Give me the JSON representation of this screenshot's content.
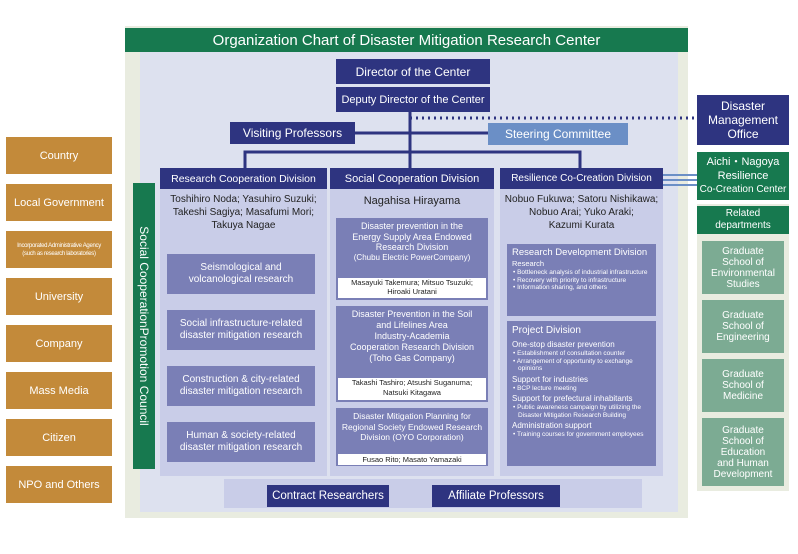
{
  "title": "Organization Chart of Disaster Mitigation Research Center",
  "director": "Director of the Center",
  "deputy_director": "Deputy Director of the Center",
  "visiting_professors": "Visiting Professors",
  "steering_committee": "Steering Committee",
  "council": "Social CooperationPromotion Council",
  "left_partners": [
    "Country",
    "Local Government",
    "Incorporated Administrative Agency",
    "(such as research laboratories)",
    "University",
    "Company",
    "Mass Media",
    "Citizen",
    "NPO and Others"
  ],
  "right": {
    "dmo_line1": "Disaster",
    "dmo_line2": "Management",
    "dmo_line3": "Office",
    "aichi_line1": "Aichi・Nagoya",
    "aichi_line2": "Resilience",
    "aichi_line3": "Co-Creation Center",
    "related_line1": "Related",
    "related_line2": "departments",
    "departments": [
      [
        "Graduate",
        "School of",
        "Environmental",
        "Studies"
      ],
      [
        "Graduate",
        "School of",
        "Engineering"
      ],
      [
        "Graduate",
        "School of",
        "Medicine"
      ],
      [
        "Graduate",
        "School of",
        "Education",
        "and Human",
        "Development"
      ]
    ]
  },
  "research": {
    "title": "Research Cooperation Division",
    "members": [
      "Toshihiro Noda; Yasuhiro Suzuki;",
      "Takeshi Sagiya; Masafumi Mori;",
      "Takuya Nagae"
    ],
    "items": [
      [
        "Seismological and",
        "volcanological research"
      ],
      [
        "Social infrastructure-related",
        "disaster mitigation research"
      ],
      [
        "Construction & city-related",
        "disaster mitigation research"
      ],
      [
        "Human & society-related",
        "disaster mitigation research"
      ]
    ]
  },
  "social": {
    "title": "Social Cooperation Division",
    "head": "Nagahisa Hirayama",
    "units": [
      {
        "title": [
          "Disaster prevention in the",
          "Energy Supply Area Endowed",
          "Research Division"
        ],
        "sponsor": "(Chubu Electric PowerCompany)",
        "members": [
          "Masayuki Takemura; Mitsuo Tsuzuki;",
          "Hiroaki Uratani"
        ]
      },
      {
        "title": [
          "Disaster Prevention in the Soil",
          "and Lifelines Area",
          "Industry-Academia",
          "Cooperation Research Division"
        ],
        "sponsor": "(Toho Gas Company)",
        "members": [
          "Takashi Tashiro; Atsushi Suganuma;",
          "Natsuki Kitagawa"
        ]
      },
      {
        "title": [
          "Disaster Mitigation Planning for",
          "Regional Society Endowed Research",
          "Division (OYO Corporation)"
        ],
        "sponsor": "",
        "members": [
          "Fusao Rito; Masato Yamazaki"
        ]
      }
    ]
  },
  "resilience": {
    "title": "Resilience Co-Creation Division",
    "members": [
      "Nobuo Fukuwa; Satoru Nishikawa;",
      "Nobuo Arai; Yuko Araki;",
      "Kazumi Kurata"
    ],
    "rdd": {
      "title": "Research Development Division",
      "sub": "Research",
      "bullets": [
        "• Bottleneck analysis of industrial infrastructure",
        "• Recovery with priority to infrastructure",
        "• Information sharing, and others"
      ]
    },
    "project": {
      "title": "Project Division",
      "sections": [
        {
          "heading": "One-stop disaster prevention",
          "bullets": [
            "• Establishment of consultation counter",
            "• Arrangement of opportunity to exchange opinions"
          ]
        },
        {
          "heading": "Support for industries",
          "bullets": [
            "• BCP lecture meeting"
          ]
        },
        {
          "heading": "Support for prefectural inhabitants",
          "bullets": [
            "• Public awareness campaign by utilizing the Disaster Mitigation Research Building"
          ]
        },
        {
          "heading": "Administration support",
          "bullets": [
            "• Training courses for government employees"
          ]
        }
      ]
    }
  },
  "contract_researchers": "Contract Researchers",
  "affiliate_professors": "Affiliate Professors",
  "colors": {
    "header_green": "#17794f",
    "navy": "#2e3480",
    "gold": "#c38a3a",
    "sage": "#7cab93",
    "steel": "#6b8fc6"
  }
}
